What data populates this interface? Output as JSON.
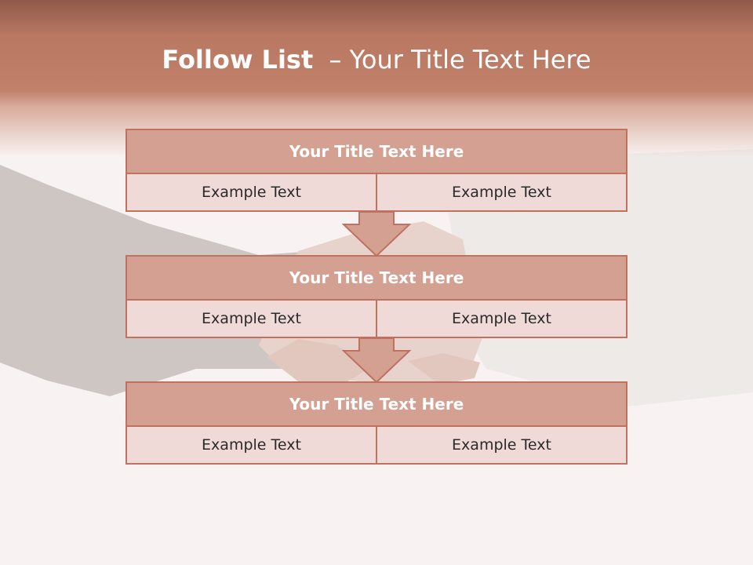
{
  "slide": {
    "title_bold": "Follow List",
    "title_rest": "– Your Title Text Here"
  },
  "blocks": [
    {
      "title": "Your Title Text Here",
      "cells": [
        "Example Text",
        "Example Text"
      ]
    },
    {
      "title": "Your Title Text Here",
      "cells": [
        "Example Text",
        "Example Text"
      ]
    },
    {
      "title": "Your Title Text Here",
      "cells": [
        "Example Text",
        "Example Text"
      ]
    }
  ],
  "colors": {
    "accent": "#c0715f",
    "header_band": "#b87862",
    "block_title_fill": "#d4a091",
    "cell_fill": "#efdad7",
    "background": "#f8f3f2"
  },
  "icons": [
    "down-arrow-icon",
    "down-arrow-icon"
  ]
}
